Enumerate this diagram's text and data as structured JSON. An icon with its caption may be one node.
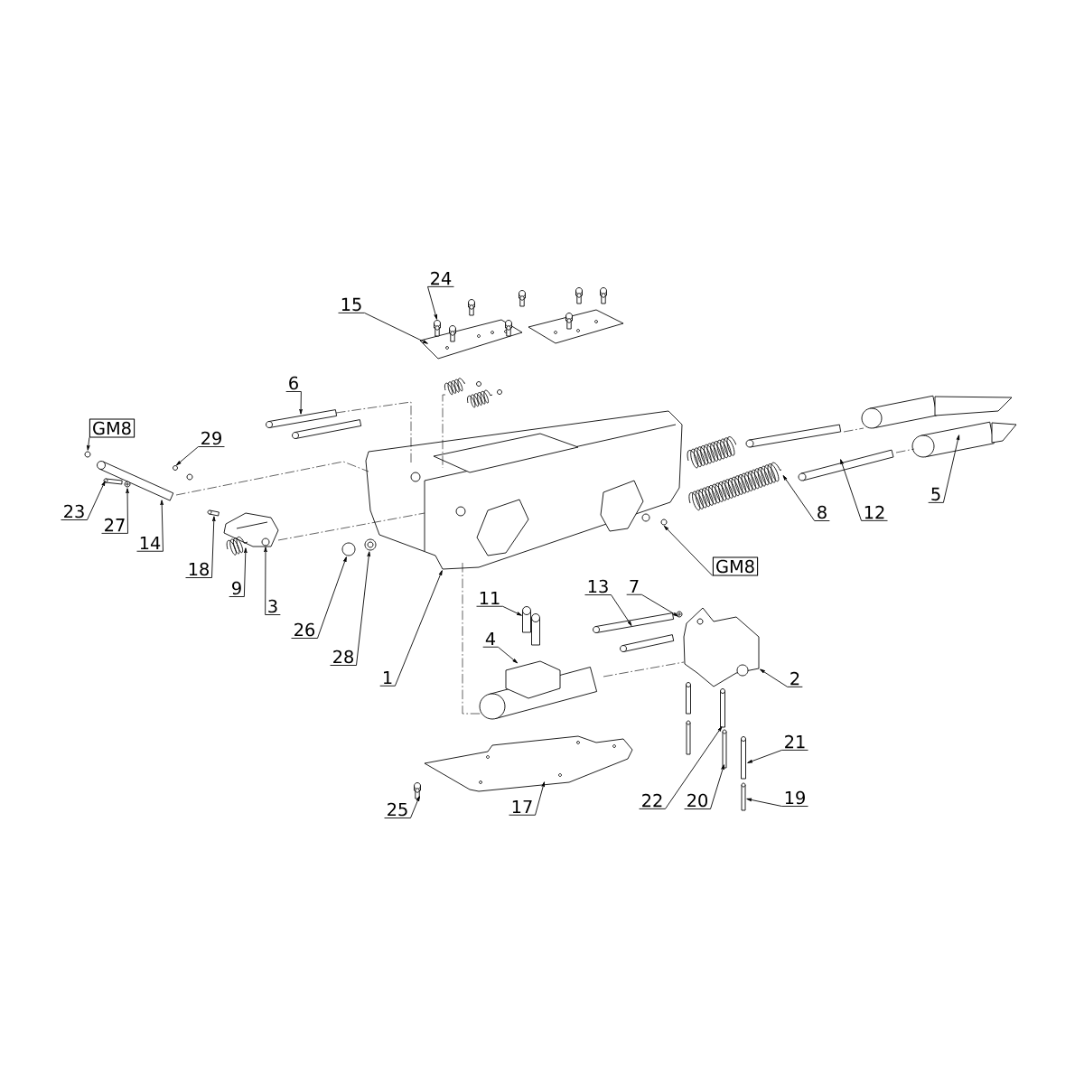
{
  "diagram": {
    "nodes": [
      {
        "text": [
          "24"
        ]
      },
      {
        "text": [
          "15"
        ]
      },
      {
        "text": [
          "6"
        ]
      },
      {
        "text": [
          "GM8"
        ]
      },
      {
        "text": [
          "29"
        ]
      },
      {
        "text": [
          "5"
        ]
      },
      {
        "text": [
          "23"
        ]
      },
      {
        "text": [
          "12"
        ]
      },
      {
        "text": [
          "8"
        ]
      },
      {
        "text": [
          "27"
        ]
      },
      {
        "text": [
          "14"
        ]
      },
      {
        "text": [
          "GM8"
        ]
      },
      {
        "text": [
          "18"
        ]
      },
      {
        "text": [
          "9"
        ]
      },
      {
        "text": [
          "13"
        ]
      },
      {
        "text": [
          "7"
        ]
      },
      {
        "text": [
          "11"
        ]
      },
      {
        "text": [
          "3"
        ]
      },
      {
        "text": [
          "26"
        ]
      },
      {
        "text": [
          "4"
        ]
      },
      {
        "text": [
          "28"
        ]
      },
      {
        "text": [
          "1"
        ]
      },
      {
        "text": [
          "2"
        ]
      },
      {
        "text": [
          "21"
        ]
      },
      {
        "text": [
          "19"
        ]
      },
      {
        "text": [
          "22"
        ]
      },
      {
        "text": [
          "20"
        ]
      },
      {
        "text": [
          "25"
        ]
      },
      {
        "text": [
          "17"
        ]
      },
      {
        "text": [],
        "shape": "picture"
      },
      {
        "text": [],
        "shape": "picture"
      },
      {
        "text": [],
        "shape": "picture",
        "in": 29
      },
      {
        "text": [],
        "shape": "picture",
        "in": 29
      },
      {
        "text": [],
        "shape": "picture"
      },
      {
        "text": [],
        "shape": "picture",
        "in": 29
      },
      {
        "text": [],
        "shape": "picture"
      },
      {
        "text": [],
        "shape": "picture",
        "in": 30
      },
      {
        "text": [],
        "shape": "picture"
      },
      {
        "text": [],
        "shape": "picture"
      },
      {
        "text": [],
        "shape": "picture"
      },
      {
        "text": [],
        "shape": "circle"
      },
      {
        "text": [],
        "shape": "picture"
      },
      {
        "text": [],
        "shape": "circle"
      },
      {
        "text": [],
        "shape": "cylinder"
      },
      {
        "text": [],
        "shape": "cylinder"
      },
      {
        "text": [],
        "shape": "circle"
      },
      {
        "text": [],
        "shape": "cylinder"
      },
      {
        "text": [],
        "shape": "cylinder"
      },
      {
        "text": [],
        "shape": "circle"
      },
      {
        "text": [],
        "shape": "circle"
      },
      {
        "text": [],
        "shape": "circle"
      },
      {
        "text": [],
        "shape": "cylinder"
      },
      {
        "text": [],
        "shape": "picture"
      },
      {
        "text": [],
        "shape": "picture"
      },
      {
        "text": [],
        "shape": "circle"
      },
      {
        "text": [],
        "shape": "circle"
      },
      {
        "text": [],
        "shape": "picture"
      },
      {
        "text": [],
        "shape": "picture"
      },
      {
        "text": [],
        "shape": "picture"
      },
      {
        "text": [],
        "shape": "cylinder"
      },
      {
        "text": [],
        "shape": "cylinder"
      },
      {
        "text": [],
        "shape": "picture"
      },
      {
        "text": [],
        "shape": "picture"
      },
      {
        "text": [],
        "shape": "circle"
      },
      {
        "text": [],
        "shape": "picture"
      },
      {
        "text": [],
        "shape": "picture"
      },
      {
        "text": [],
        "shape": "cylinder"
      },
      {
        "text": [],
        "shape": "cylinder"
      },
      {
        "text": [],
        "shape": "circle"
      },
      {
        "text": [],
        "shape": "picture"
      },
      {
        "text": [],
        "shape": "cylinder"
      },
      {
        "text": [],
        "shape": "cylinder"
      },
      {
        "text": [],
        "shape": "cylinder"
      },
      {
        "text": [],
        "shape": "cylinder"
      },
      {
        "text": [],
        "shape": "cylinder"
      },
      {
        "text": [],
        "shape": "cylinder"
      },
      {
        "text": [],
        "shape": "picture"
      },
      {
        "text": [],
        "shape": "picture"
      }
    ],
    "edges": [
      {
        "from": 0,
        "to": 31,
        "arrow": "to"
      },
      {
        "from": 1,
        "to": 29,
        "arrow": "to"
      },
      {
        "from": 2,
        "to": 43,
        "arrow": "to"
      },
      {
        "from": 3,
        "to": 45,
        "arrow": "to"
      },
      {
        "from": 4,
        "to": 49,
        "arrow": "to"
      },
      {
        "from": 5,
        "to": 62,
        "arrow": "to"
      },
      {
        "from": 6,
        "to": 47,
        "arrow": "to"
      },
      {
        "from": 7,
        "to": 60,
        "arrow": "to"
      },
      {
        "from": 8,
        "to": 58,
        "arrow": "to"
      },
      {
        "from": 9,
        "to": 48,
        "arrow": "to"
      },
      {
        "from": 10,
        "to": 46,
        "arrow": "to"
      },
      {
        "from": 11,
        "to": 63,
        "arrow": "to"
      },
      {
        "from": 12,
        "to": 51,
        "arrow": "to"
      },
      {
        "from": 13,
        "to": 53,
        "arrow": "to"
      },
      {
        "from": 14,
        "to": 66,
        "arrow": "to"
      },
      {
        "from": 15,
        "to": 68,
        "arrow": "to"
      },
      {
        "from": 16,
        "to": 64,
        "arrow": "to"
      },
      {
        "from": 17,
        "to": 52,
        "arrow": "to"
      },
      {
        "from": 18,
        "to": 54,
        "arrow": "to"
      },
      {
        "from": 19,
        "to": 65,
        "arrow": "to"
      },
      {
        "from": 20,
        "to": 55,
        "arrow": "to"
      },
      {
        "from": 21,
        "to": 56,
        "arrow": "to"
      },
      {
        "from": 22,
        "to": 69,
        "arrow": "to"
      },
      {
        "from": 23,
        "to": 74,
        "arrow": "to"
      },
      {
        "from": 24,
        "to": 75,
        "arrow": "to"
      },
      {
        "from": 25,
        "to": 72,
        "arrow": "to"
      },
      {
        "from": 26,
        "to": 73,
        "arrow": "to"
      },
      {
        "from": 27,
        "to": 77,
        "arrow": "to"
      },
      {
        "from": 28,
        "to": 76,
        "arrow": "to"
      },
      {
        "from": 43,
        "to": 56,
        "arrow": "none",
        "style": "dashed"
      },
      {
        "from": 39,
        "to": 56,
        "arrow": "none",
        "style": "dashed"
      },
      {
        "from": 46,
        "to": 56,
        "arrow": "none",
        "style": "dashed"
      },
      {
        "from": 52,
        "to": 56,
        "arrow": "none",
        "style": "dashed"
      },
      {
        "from": 56,
        "to": 65,
        "arrow": "none",
        "style": "dashed"
      },
      {
        "from": 65,
        "to": 69,
        "arrow": "none",
        "style": "dashed"
      },
      {
        "from": 59,
        "to": 61,
        "arrow": "none",
        "style": "dashed"
      },
      {
        "from": 60,
        "to": 62,
        "arrow": "none",
        "style": "dashed"
      }
    ]
  }
}
